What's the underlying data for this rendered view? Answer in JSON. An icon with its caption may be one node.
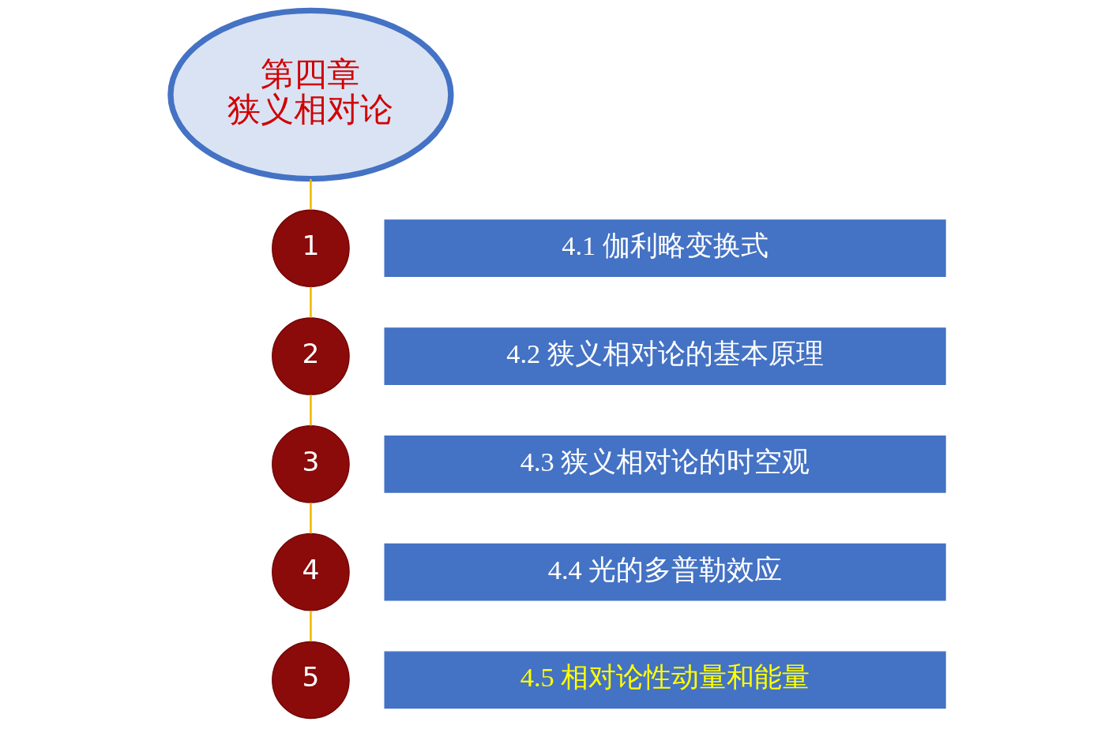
{
  "diagram": {
    "nodes": [
      {
        "text": [
          "第四章",
          "狭义相对论"
        ]
      },
      {
        "text": [
          "1"
        ]
      },
      {
        "text": [
          "4.1 伽利略变换式"
        ]
      },
      {
        "text": [
          "2"
        ]
      },
      {
        "text": [
          "4.2 狭义相对论的基本原理"
        ]
      },
      {
        "text": [
          "3"
        ]
      },
      {
        "text": [
          "4.3 狭义相对论的时空观"
        ]
      },
      {
        "text": [
          "4"
        ]
      },
      {
        "text": [
          "4.4 光的多普勒效应"
        ]
      },
      {
        "text": [
          "5"
        ]
      },
      {
        "text": [
          "4.5 相对论性动量和能量"
        ]
      }
    ],
    "edges": [
      {
        "from": 0,
        "to": 1,
        "arrow": "none"
      },
      {
        "from": 1,
        "to": 3,
        "arrow": "none"
      },
      {
        "from": 3,
        "to": 5,
        "arrow": "none"
      },
      {
        "from": 5,
        "to": 7,
        "arrow": "none"
      },
      {
        "from": 7,
        "to": 9,
        "arrow": "none"
      }
    ]
  }
}
